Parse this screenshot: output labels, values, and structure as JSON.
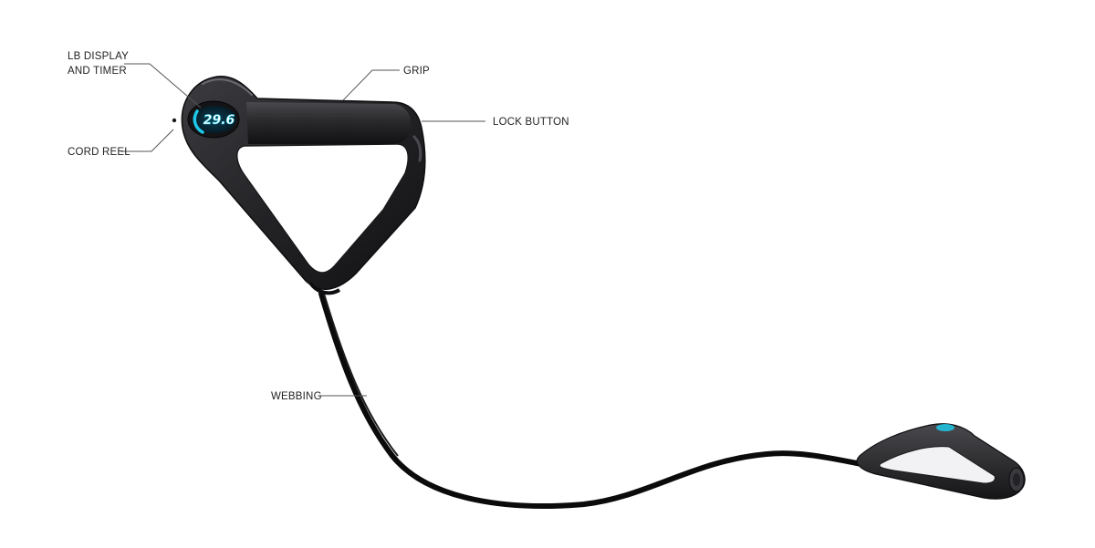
{
  "callouts": {
    "lb_display_line1": "LB DISPLAY",
    "lb_display_line2": "AND TIMER",
    "grip": "GRIP",
    "lock_button": "LOCK BUTTON",
    "cord_reel": "CORD REEL",
    "webbing": "WEBBING"
  },
  "device": {
    "display_value": "29.6"
  },
  "colors": {
    "handle_body": "#2a2a2c",
    "handle_edge": "#0e0e10",
    "display_accent": "#1ec8e8",
    "display_bg": "#0a2a38",
    "webbing": "#0b0b0b",
    "leader_line": "#555555",
    "label_text": "#222222"
  },
  "icons": {
    "cord_reel": "cord-reel-dot",
    "lock_button": "lock-button-knob"
  }
}
